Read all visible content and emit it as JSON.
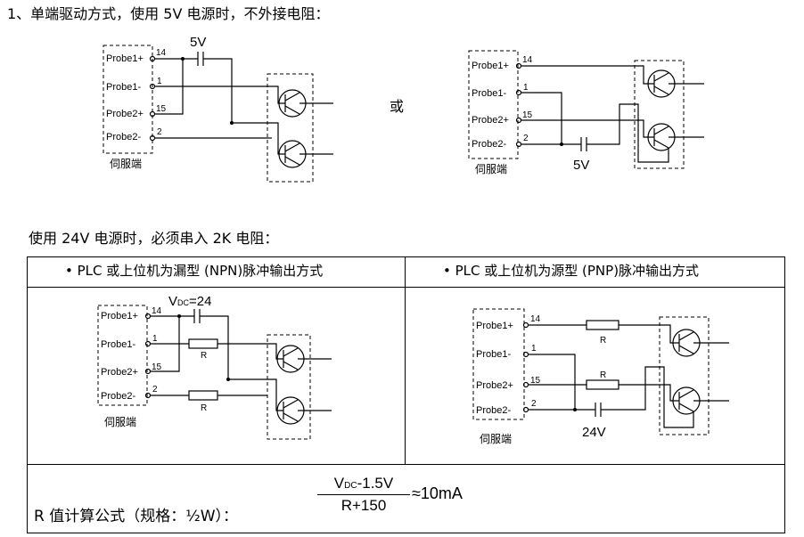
{
  "heading1": "1、单端驱动方式，使用 5V 电源时，不外接电阻：",
  "heading2": "使用 24V 电源时，必须串入 2K 电阻：",
  "or_label": "或",
  "pins": {
    "probe1p": "Probe1+",
    "probe1m": "Probe1-",
    "probe2p": "Probe2+",
    "probe2m": "Probe2-",
    "n14": "14",
    "n1": "1",
    "n15": "15",
    "n2": "2"
  },
  "servo_label": "伺服端",
  "v5": "5V",
  "v24": "24V",
  "vdc": "V",
  "vdc_sub": "DC",
  "vdc_eq": "=24",
  "resistor": "R",
  "table": {
    "col_npn": "• PLC 或上位机为漏型 (NPN)脉冲输出方式",
    "col_pnp": "• PLC 或上位机为源型 (PNP)脉冲输出方式"
  },
  "formula": {
    "label": "R 值计算公式（规格：½W）：",
    "num_v": "V",
    "num_sub": "DC",
    "num_rest": "-1.5V",
    "den": "R+150",
    "result": "≈10mA"
  }
}
